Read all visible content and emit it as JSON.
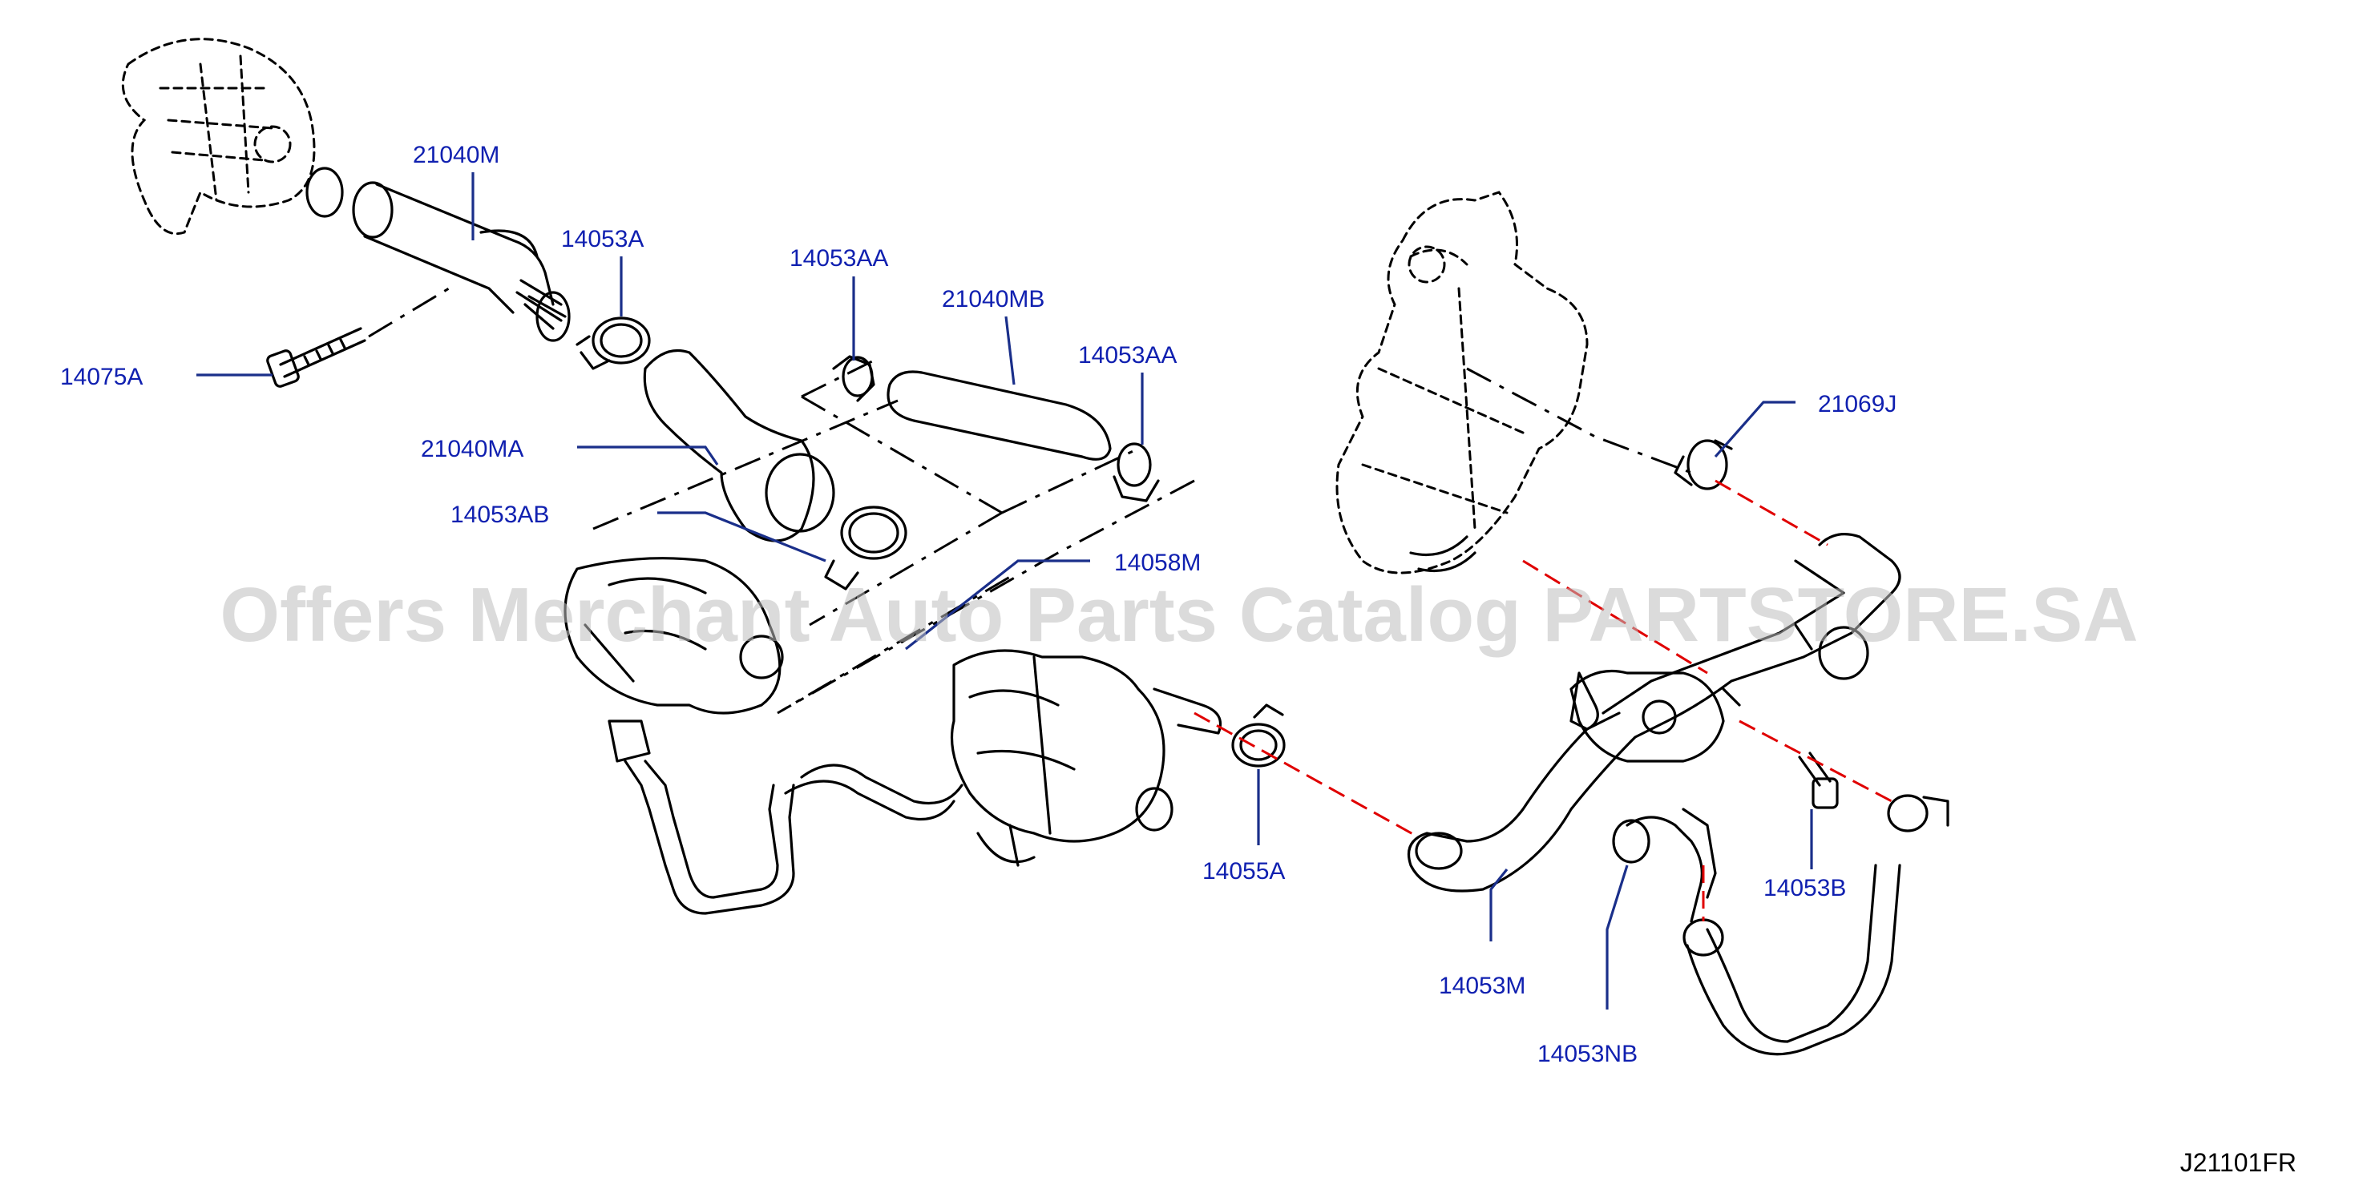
{
  "labels": {
    "l1": "21040M",
    "l2": "14053A",
    "l3": "14053AA",
    "l4": "21040MB",
    "l5": "14053AA",
    "l6": "14075A",
    "l7": "21040MA",
    "l8": "14053AB",
    "l9": "14058M",
    "l10": "21069J",
    "l11": "14055A",
    "l12": "14053B",
    "l13": "14053M",
    "l14": "14053NB"
  },
  "watermark": "Offers Merchant Auto Parts Catalog PARTSTORE.SA",
  "diagram_code": "J21101FR",
  "colors": {
    "label": "#1020b0",
    "leader": "#1a2f8a",
    "phantom_line": "#e00000",
    "watermark": "#bdbdbd"
  }
}
